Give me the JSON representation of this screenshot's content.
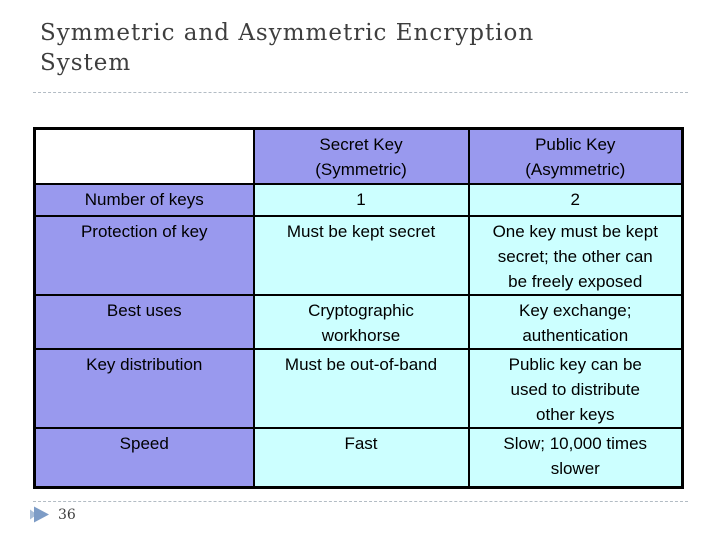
{
  "slide": {
    "title": "Symmetric and Asymmetric Encryption\nSystem",
    "page_number": "36"
  },
  "table": {
    "column_headers": [
      "Secret Key\n(Symmetric)",
      "Public Key\n(Asymmetric)"
    ],
    "rows": [
      {
        "label": "Number of keys",
        "symmetric": "1",
        "asymmetric": "2"
      },
      {
        "label": "Protection of key",
        "symmetric": "Must be kept secret",
        "asymmetric": "One key must be kept\nsecret; the other can\nbe freely exposed"
      },
      {
        "label": "Best uses",
        "symmetric": "Cryptographic\nworkhorse",
        "asymmetric": "Key exchange;\nauthentication"
      },
      {
        "label": "Key distribution",
        "symmetric": "Must be out-of-band",
        "asymmetric": "Public key can be\nused to distribute\nother keys"
      },
      {
        "label": "Speed",
        "symmetric": "Fast",
        "asymmetric": "Slow; 10,000 times\nslower"
      }
    ]
  },
  "icons": {
    "page_marker": "double-right-triangle"
  },
  "colors": {
    "header_fill": "#9999ee",
    "row_label_fill": "#9999ee",
    "data_cell_fill": "#ccffff",
    "table_border": "#000000",
    "title_text": "#3e3e3e",
    "divider_line": "#b3bcc4",
    "page_marker_front": "#7d9cc6",
    "page_marker_back": "#a9bed8"
  }
}
